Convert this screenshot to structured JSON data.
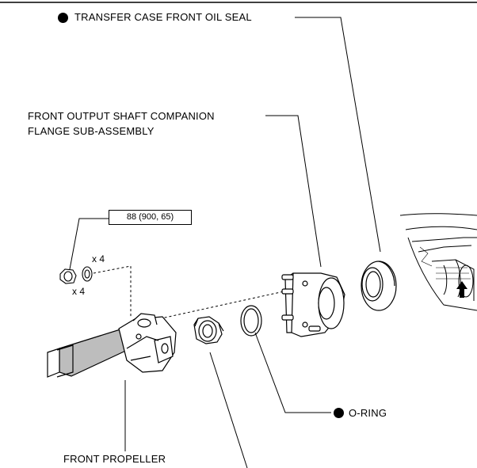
{
  "labels": {
    "transfer_case_seal": "TRANSFER CASE FRONT OIL SEAL",
    "companion_flange_line1": "FRONT OUTPUT SHAFT COMPANION",
    "companion_flange_line2": "FLANGE SUB-ASSEMBLY",
    "torque": "88 (900, 65)",
    "qty_washer": "x 4",
    "qty_nut": "x 4",
    "o_ring": "O-RING",
    "propeller": "FRONT PROPELLER"
  },
  "colors": {
    "ink": "#000000",
    "paper": "#ffffff",
    "shade": "#bdbdbd"
  },
  "icons": {
    "non_reusable_marker": "filled-circle"
  }
}
